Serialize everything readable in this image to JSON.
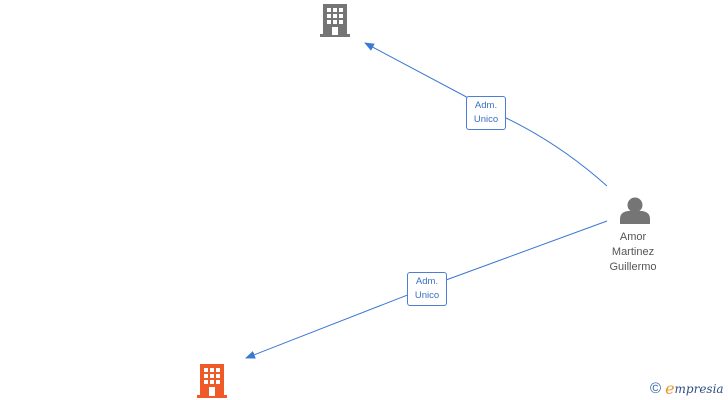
{
  "nodes": {
    "company_top": {
      "icon": "building-icon",
      "color": "#757575"
    },
    "company_bottom": {
      "icon": "building-icon",
      "color": "#f05a28"
    },
    "person": {
      "icon": "person-icon",
      "color": "#757575",
      "name_lines": [
        "Amor",
        "Martinez",
        "Guillermo"
      ]
    }
  },
  "edges": [
    {
      "from": "person",
      "to": "company_top",
      "label_line1": "Adm.",
      "label_line2": "Unico"
    },
    {
      "from": "person",
      "to": "company_bottom",
      "label_line1": "Adm.",
      "label_line2": "Unico"
    }
  ],
  "colors": {
    "edge": "#3a78d4",
    "label_text": "#3b6fc4"
  },
  "footer": {
    "copyright": "©",
    "brand_initial": "e",
    "brand_rest": "mpresia"
  }
}
